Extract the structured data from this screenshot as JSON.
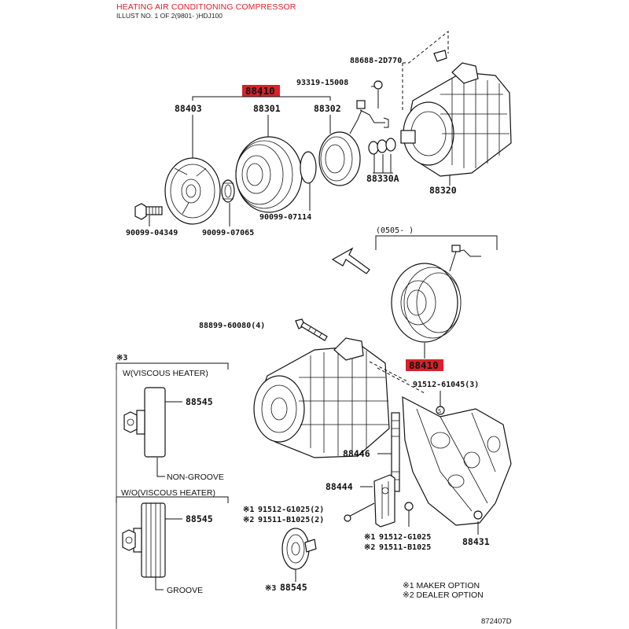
{
  "header": {
    "title": "HEATING AIR CONDITIONING COMPRESSOR",
    "subtitle": "ILLUST NO. 1 OF 2(9801- )HDJ100"
  },
  "colors": {
    "highlight": "#d8212a",
    "ink": "#111111"
  },
  "parts": {
    "p88410_top": "88410",
    "p88403": "88403",
    "p88301": "88301",
    "p88302": "88302",
    "p88688": "88688-2D770",
    "p93319": "93319-15008",
    "p88330a": "88330A",
    "p88320": "88320",
    "p90099_04349": "90099-04349",
    "p90099_07065": "90099-07065",
    "p90099_07114": "90099-07114",
    "date_range": "(0505-      )",
    "p88410_mid": "88410",
    "p88899": "88899-60080(4)",
    "p91512_61045": "91512-61045(3)",
    "p88446": "88446",
    "p88444": "88444",
    "p91512_g1025_2": "91512-G1025(2)",
    "p91511_b1025_2": "91511-B1025(2)",
    "p91512_g1025": "91512-G1025",
    "p91511_b1025": "91511-B1025",
    "p88431": "88431",
    "p88545_w": "88545",
    "p88545_wo": "88545",
    "p88545_bottom": "88545"
  },
  "notes": {
    "n3_top": "※3",
    "w_viscous": "W(VISCOUS HEATER)",
    "non_groove": "NON-GROOVE",
    "wo_viscous": "W/O(VISCOUS HEATER)",
    "groove": "GROOVE",
    "m1a": "※1",
    "m2a": "※2",
    "m1b": "※1",
    "m2b": "※2",
    "m3b": "※3",
    "maker_option": "※1 MAKER OPTION",
    "dealer_option": "※2 DEALER OPTION",
    "bolt_sym": "S",
    "ref": "872407D"
  }
}
